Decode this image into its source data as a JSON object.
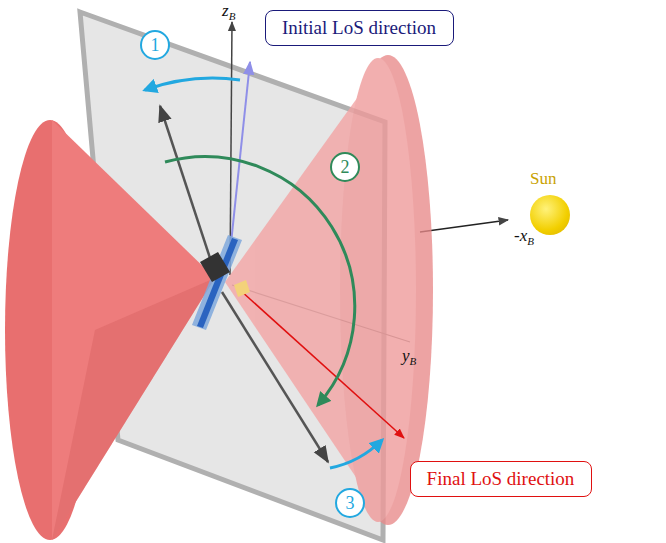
{
  "diagram": {
    "nodes": [
      {
        "text": [
          "Initial LoS direction"
        ]
      },
      {
        "text": [
          "1"
        ]
      },
      {
        "text": [
          "2"
        ]
      },
      {
        "text": [
          "Sun"
        ]
      },
      {
        "text": [
          "3"
        ]
      },
      {
        "text": [
          "Final LoS direction"
        ]
      }
    ],
    "labels": [
      "zB",
      "-xB",
      "yB"
    ]
  }
}
